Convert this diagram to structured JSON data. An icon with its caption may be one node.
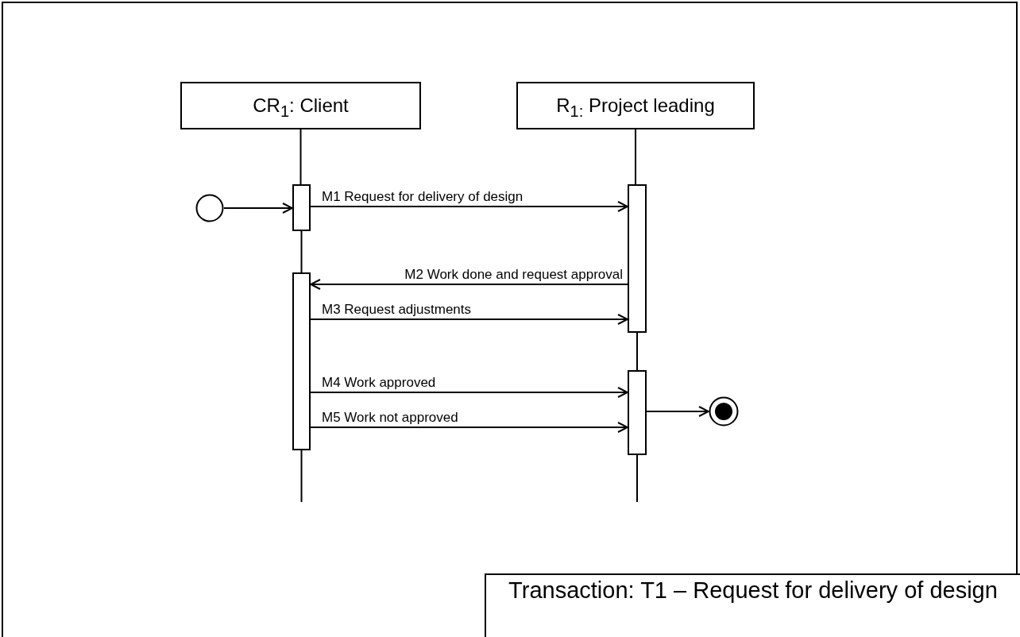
{
  "diagram": {
    "nodes": [
      {
        "text": [
          "CR$_{1}$: Client"
        ]
      },
      {
        "text": [
          "R$_{1:}$ Project leading"
        ]
      },
      {
        "text": [],
        "shape": "circle"
      },
      {
        "text": [],
        "shape": "bar"
      },
      {
        "text": [],
        "shape": "bar"
      },
      {
        "text": [],
        "shape": "bar"
      },
      {
        "text": [],
        "shape": "bar"
      },
      {
        "text": [],
        "shape": "circle"
      },
      {
        "text": [
          "Transaction: T1 – Request for delivery of design"
        ]
      }
    ],
    "edges": [
      {
        "from": 0,
        "to": 3,
        "arrow": "none"
      },
      {
        "from": 3,
        "to": 4,
        "arrow": "none"
      },
      {
        "from": 4,
        "to": null,
        "arrow": "none"
      },
      {
        "from": 1,
        "to": 5,
        "arrow": "none"
      },
      {
        "from": 5,
        "to": 6,
        "arrow": "none"
      },
      {
        "from": 6,
        "to": null,
        "arrow": "none"
      },
      {
        "from": 2,
        "to": 3,
        "arrow": "to"
      },
      {
        "from": 3,
        "to": 5,
        "arrow": "to",
        "label": "M1 Request for delivery of design"
      },
      {
        "from": 5,
        "to": 4,
        "arrow": "to",
        "label": "M2 Work done and request approval"
      },
      {
        "from": 4,
        "to": 5,
        "arrow": "to",
        "label": "M3 Request adjustments"
      },
      {
        "from": 4,
        "to": 6,
        "arrow": "to",
        "label": "M4 Work approved"
      },
      {
        "from": 4,
        "to": 6,
        "arrow": "to",
        "label": "M5 Work not approved"
      },
      {
        "from": 6,
        "to": 7,
        "arrow": "to"
      }
    ]
  }
}
